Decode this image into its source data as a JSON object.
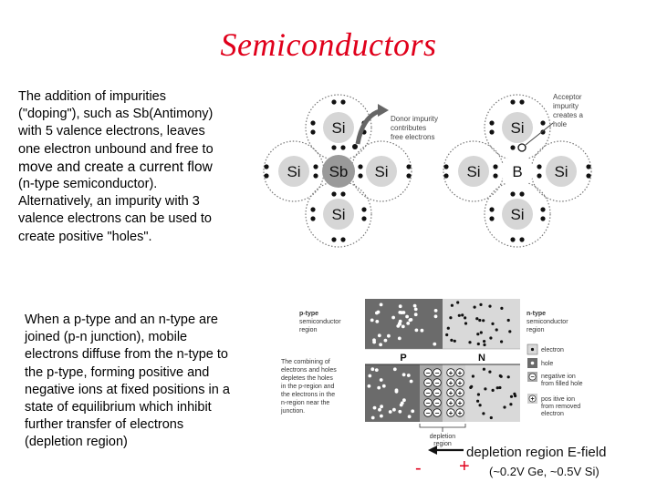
{
  "slide": {
    "title": "Semiconductors",
    "para1": {
      "line1": "The addition of impurities",
      "line2": "(\"doping\"), such as Sb(Antimony)",
      "line3": "with 5 valence electrons, leaves",
      "line4": "one electron unbound and free to",
      "line5": "move and create a current flow",
      "line6": "(n-type semiconductor).",
      "line7": "Alternatively, an impurity with 3",
      "line8": "valence electrons can be used to",
      "line9": "create positive \"holes\"."
    },
    "para2": [
      "When a p-type and an n-type are",
      "joined (p-n junction), mobile",
      "electrons diffuse from the n-type to",
      "the p-type, forming positive and",
      "negative ions at fixed positions in a",
      "state of equilibrium which inhibit",
      "further transfer of electrons",
      "(depletion region)"
    ]
  },
  "lattice": {
    "si": "Si",
    "sb": "Sb",
    "b": "B",
    "donor_note": [
      "Donor impurity",
      "contributes",
      "free electrons"
    ],
    "acceptor_note": [
      "Acceptor",
      "impurity",
      "creates a",
      "hole"
    ]
  },
  "junction": {
    "p_type_label": [
      "p-type",
      "semiconductor",
      "region"
    ],
    "n_type_label": [
      "n-type",
      "semiconductor",
      "region"
    ],
    "p": "P",
    "n": "N",
    "combining_text": [
      "The combining of",
      "electrons and holes",
      "depletes the holes",
      "in the p-region and",
      "the electrons in the",
      "n-region near the",
      "junction."
    ],
    "depletion_label": [
      "depletion",
      "region"
    ],
    "legend": {
      "electron": "electron",
      "hole": "hole",
      "neg_ion": [
        "negative ion",
        "from filled hole"
      ],
      "pos_ion": [
        "pos itive ion",
        "from removed",
        "electron"
      ]
    }
  },
  "efield": {
    "minus": "-",
    "plus": "+",
    "label": "depletion region E-field",
    "values": "(~0.2V Ge, ~0.5V Si)"
  },
  "colors": {
    "title": "#e0001b",
    "p_region": "#6b6b6b",
    "n_region": "#d9d9d9",
    "atom": "#d6d6d6",
    "dopant": "#9a9a9a"
  }
}
